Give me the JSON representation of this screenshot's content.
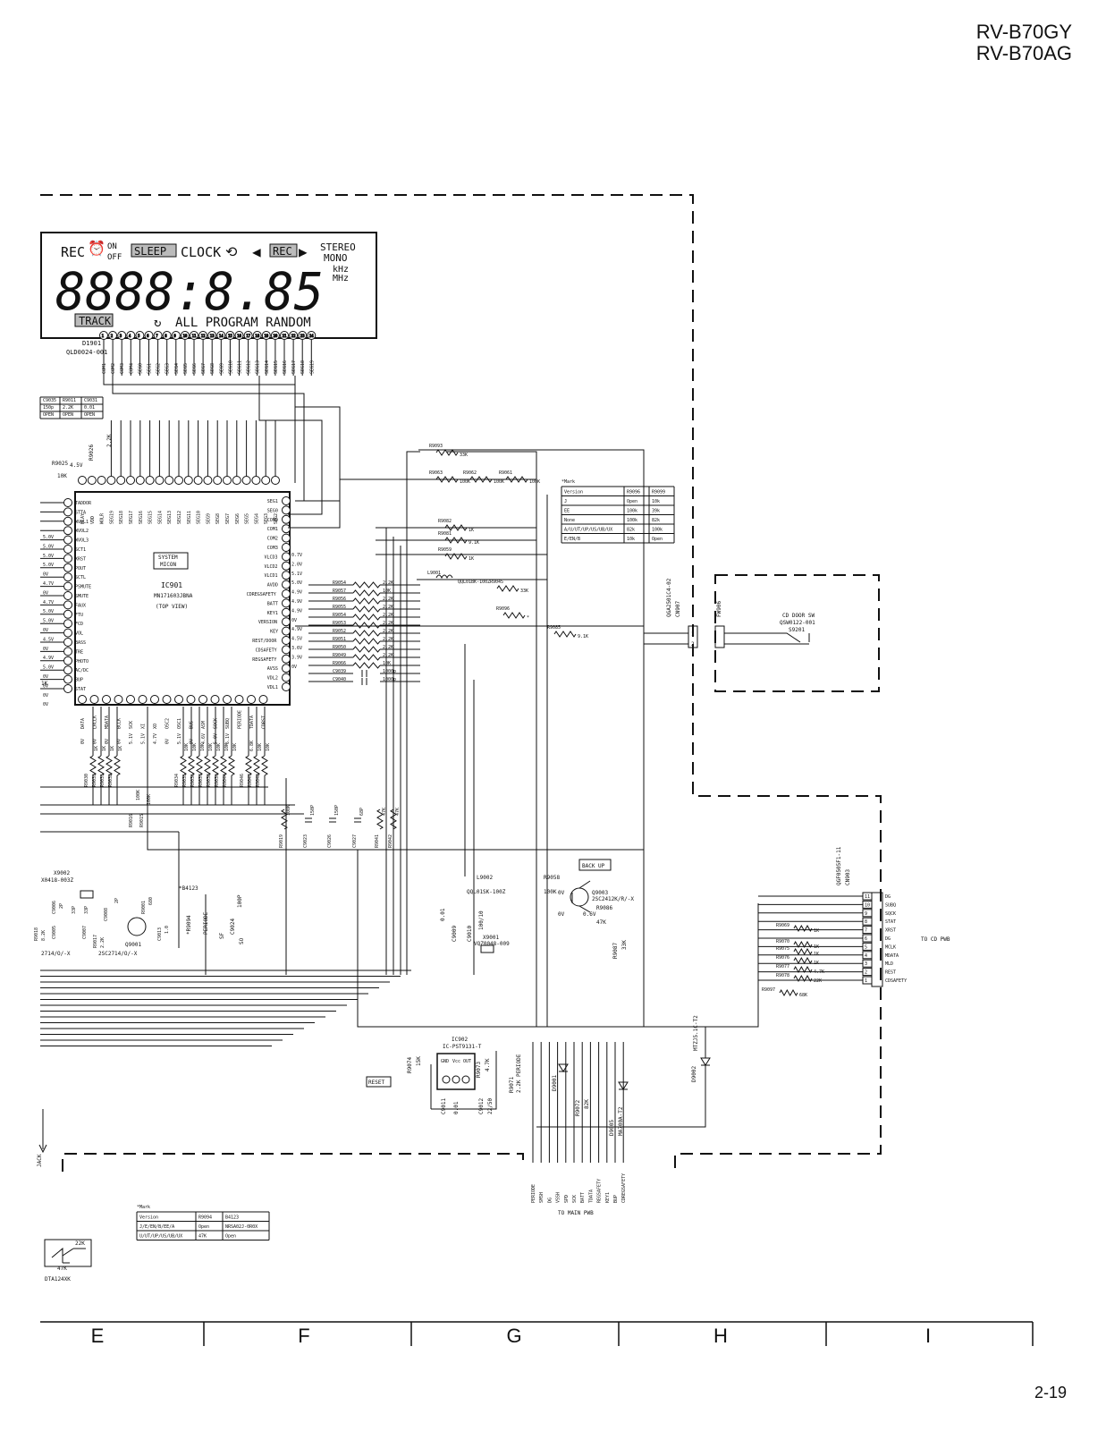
{
  "header": {
    "model_line1": "RV-B70GY",
    "model_line2": "RV-B70AG"
  },
  "page_number": "2-19",
  "zones": [
    "E",
    "F",
    "G",
    "H",
    "I"
  ],
  "lcd": {
    "id": "D1901",
    "part": "QLD0024-001",
    "rec": "REC",
    "on": "ON",
    "off": "OFF",
    "sleep": "SLEEP",
    "clock": "CLOCK",
    "rec_box": "REC",
    "stereo": "STEREO",
    "mono": "MONO",
    "khz": "kHz",
    "mhz": "MHz",
    "digits": "8888:8.85",
    "track": "TRACK",
    "bottom_text": "ALL PROGRAM RANDOM",
    "pins": [
      "COM1",
      "COM2",
      "COM3",
      "COM4",
      "SEG0",
      "SEG1",
      "SEG2",
      "SEG3",
      "SEG4",
      "SEG5",
      "SEG6",
      "SEG7",
      "SEG8",
      "SEG9",
      "SEG10",
      "SEG11",
      "SEG12",
      "SEG13",
      "SEG14",
      "SEG15",
      "SEG16",
      "SEG17",
      "SEG18",
      "SEG19"
    ]
  },
  "ic901": {
    "label1": "SYSTEM",
    "label2": "MICON",
    "ref": "IC901",
    "part": "MN171603JBNA",
    "view": "(TOP VIEW)"
  },
  "ic901_left_pins": [
    "TADDOR",
    "STTA",
    "WVOL1",
    "WVOL2",
    "WVOL3",
    "SCT1",
    "XRST",
    "POUT",
    "SCTL",
    "PSMUTE",
    "SMUTE",
    "FAUX",
    "FTU",
    "FCD",
    "VOL",
    "BASS",
    "TRE",
    "PHOTO",
    "AC/DC",
    "BUP",
    "STAT"
  ],
  "ic901_left_volt": [
    "5.0V",
    "5.0V",
    "5.0V",
    "5.0V",
    "0V",
    "4.7V",
    "0V",
    "4.7V",
    "5.0V",
    "5.0V",
    "0V",
    "4.5V",
    "0V",
    "4.9V",
    "5.0V",
    "0V",
    "0V",
    "0V",
    "0V"
  ],
  "ic901_right_pins": [
    "SEG1",
    "SEG0",
    "COM0",
    "COM1",
    "COM2",
    "COM3",
    "VLCD3",
    "VLCD2",
    "VLCD1",
    "AVDD",
    "CDREGSAFETY",
    "BATT",
    "KEY1",
    "VERSION",
    "KEY",
    "REST/DOOR",
    "CDSAFETY",
    "REGSAFETY",
    "AVSS",
    "VDL2",
    "VDL1"
  ],
  "right_volt": [
    "0.7V",
    "2.0V",
    "5.1V",
    "5.0V",
    "4.9V",
    "4.9V",
    "4.9V",
    "0V",
    "4.9V",
    "4.5V",
    "3.6V",
    "3.9V",
    "0V"
  ],
  "resistors_mid": [
    {
      "ref": "R9054",
      "val": "2.2K"
    },
    {
      "ref": "R9057",
      "val": "10K"
    },
    {
      "ref": "R9056",
      "val": "2.2K"
    },
    {
      "ref": "R9055",
      "val": "2.2K"
    },
    {
      "ref": "R9054",
      "val": "2.2K"
    },
    {
      "ref": "R9053",
      "val": "2.2K"
    },
    {
      "ref": "R9052",
      "val": "2.2K"
    },
    {
      "ref": "R9051",
      "val": "2.2K"
    },
    {
      "ref": "R9050",
      "val": "2.2K"
    },
    {
      "ref": "R9049",
      "val": "2.2K"
    },
    {
      "ref": "R9066",
      "val": "10K"
    },
    {
      "ref": "C9039",
      "val": "1000p"
    },
    {
      "ref": "C9040",
      "val": "1000p"
    }
  ],
  "top_res": [
    {
      "ref": "R9093",
      "val": "33K"
    },
    {
      "ref": "R9063",
      "val": "100K"
    },
    {
      "ref": "R9062",
      "val": "100K"
    },
    {
      "ref": "R9061",
      "val": "100K"
    },
    {
      "ref": "R9082",
      "val": "1K"
    },
    {
      "ref": "R9081",
      "val": "9.1K"
    },
    {
      "ref": "R9059",
      "val": "1K"
    },
    {
      "ref": "L9001",
      "val": "QQL01BK-100Z"
    },
    {
      "ref": "R9045",
      "val": "33K"
    },
    {
      "ref": "R9096",
      "val": "*"
    },
    {
      "ref": "R9085",
      "val": "9.1K"
    }
  ],
  "remark_table1": {
    "title": "*Mark",
    "header": [
      "Version",
      "R9096",
      "R9099"
    ],
    "rows": [
      [
        "J",
        "Open",
        "10k"
      ],
      [
        "EE",
        "100k",
        "39k"
      ],
      [
        "None",
        "100k",
        "82k"
      ],
      [
        "A/U/UT/UP/US/UB/UX",
        "82k",
        "100k"
      ],
      [
        "E/EN/B",
        "10k",
        "Open"
      ]
    ]
  },
  "remark_table2": {
    "title": "*Mark",
    "header": [
      "Version",
      "R9094",
      "B4123"
    ],
    "rows": [
      [
        "J/E/EN/B/EE/A",
        "Open",
        "NRSA02J-0R0X"
      ],
      [
        "U/UT/UP/US/UB/UX",
        "47K",
        "Open"
      ]
    ]
  },
  "small_table": {
    "header": [
      "C9035",
      "R9011",
      "C9031"
    ],
    "rows": [
      [
        "150p",
        "2.2K",
        "0.01"
      ],
      [
        "OPEN",
        "OPEN",
        "OPEN"
      ]
    ]
  },
  "cd_door": {
    "conn": "CN907",
    "conn_part": "QGA2501C4-02",
    "sw_ref": "S9201",
    "sw_label": "CD DOOR SW",
    "sw_part": "QSW0122-001",
    "pin1": "1",
    "pin2": "2",
    "fw": "FW906"
  },
  "cn903": {
    "conn": "CN903",
    "part": "QGF0505F1-11",
    "pins": [
      {
        "num": "11",
        "name": "DG"
      },
      {
        "num": "10",
        "name": "SUBQ"
      },
      {
        "num": "9",
        "name": "SQCK"
      },
      {
        "num": "8",
        "name": "STAT"
      },
      {
        "num": "7",
        "name": "XRST"
      },
      {
        "num": "6",
        "name": "DG"
      },
      {
        "num": "5",
        "name": "MCLK"
      },
      {
        "num": "4",
        "name": "MDATA"
      },
      {
        "num": "3",
        "name": "MLD"
      },
      {
        "num": "2",
        "name": "REST"
      },
      {
        "num": "1",
        "name": "CDSAFETY"
      }
    ],
    "to": "TO CD PWB"
  },
  "cn903_res": [
    {
      "ref": "R9069",
      "val": "1K"
    },
    {
      "ref": "R9070",
      "val": "1K"
    },
    {
      "ref": "R9075",
      "val": "1K"
    },
    {
      "ref": "R9076",
      "val": "1K"
    },
    {
      "ref": "R9077",
      "val": "4.7K"
    },
    {
      "ref": "R9078",
      "val": "22K"
    },
    {
      "ref": "R9097",
      "val": "68K"
    }
  ],
  "backup": {
    "label": "BACK UP",
    "l9002": "L9002",
    "l9002_val": "QQL01SK-100Z",
    "r9058": "R9058",
    "r9058_val": "100K",
    "q9003": "Q9003",
    "q9003_part": "2SC2412K/R/-X",
    "r9086": "R9086",
    "r9086_val": "47K",
    "v1": "0V",
    "v2": "0.6V",
    "v3": "0V",
    "c9009": "C9009",
    "c9009_val": "0.01",
    "c9010": "C9010",
    "c9010_val": "100/10",
    "x9001": "X9001",
    "x9001_part": "VQZ0048-009",
    "r9087": "R9087",
    "r9087_val": "33K"
  },
  "bottom_mid": [
    {
      "ref": "C9023",
      "val": "150P"
    },
    {
      "ref": "C9026",
      "val": "150P"
    },
    {
      "ref": "C9027",
      "val": "68P"
    },
    {
      "ref": "R9041",
      "val": "47K"
    },
    {
      "ref": "R9042",
      "val": "47K"
    },
    {
      "ref": "R9019",
      "val": "100K"
    }
  ],
  "osc": {
    "x9002": "X9002",
    "x9002_part": "X0418-003Z",
    "q9001": "Q9001",
    "q9001_part": "2SC2714/O/-X",
    "left_part": "2714/O/-X",
    "b4123": "*B4123",
    "r9094": "*R9094",
    "c9024": "C9024",
    "c9024_val": "100P",
    "periode": "PERIODE",
    "sf": "SF",
    "so": "SO"
  },
  "reset_block": {
    "reset_label": "RESET",
    "ic": "IC902",
    "ic_part": "IC-PST9131-T",
    "gnd": "GND",
    "vcc": "Vcc",
    "out": "OUT",
    "r9074": "R9074",
    "r9074_val": "15K",
    "r9073": "R9073",
    "r9073_val": "4.7K",
    "c9011": "C9011",
    "c9011_val": "0.01",
    "c9012": "C9012",
    "c9012_val": "22/50",
    "r9071": "R9071",
    "r9071_val": "2.2K PERIODE",
    "d9001": "D9001",
    "r9072": "R9072",
    "r9072_val": "82K",
    "d9005": "D9005",
    "d9005_part": "MA700A-T2",
    "d9002": "D9002",
    "d9002_part": "MTZJ5.1C-T2"
  },
  "to_main": {
    "label": "TO MAIN PWB",
    "pins": [
      "PERIODE",
      "SMSH",
      "DG",
      "VSSH",
      "SPD",
      "SCK",
      "BATT",
      "TDATA",
      "REGSAFETY",
      "KEY1",
      "BUP",
      "CDREGSAFETY"
    ]
  },
  "bottom_res_row": [
    "R9030",
    "R9033",
    "R9031",
    "R9032",
    "R9034",
    "R9035",
    "R9036",
    "R9037",
    "R9038",
    "R9039",
    "R9044",
    "R9046",
    "R9047",
    "R9048"
  ],
  "bottom_res_vals": [
    "1K",
    "1K",
    "1K",
    "1K",
    "10K",
    "10K",
    "10K",
    "10K",
    "10K",
    "10K",
    "10K",
    "6.8K",
    "10K",
    "10K"
  ],
  "ic_bottom_labels": [
    "DATA",
    "LRCLK",
    "MDATA",
    "BCLK",
    "SCK",
    "XI",
    "XO",
    "OSC2",
    "OSC1",
    "BUS",
    "ASM",
    "SOCK",
    "SUBQ",
    "PERIODE",
    "TDATA",
    "CDRST"
  ],
  "ic_bottom_volt": [
    "0V",
    "0V",
    "0V",
    "0V",
    "5.1V",
    "5.1V",
    "4.7V",
    "0V",
    "5.1V",
    "0V",
    "4.6V",
    "5.0V",
    "5.1V"
  ],
  "ic_top_labels": [
    "PLAY",
    "VDD",
    "WOLR",
    "SEG19",
    "SEG18",
    "SEG17",
    "SEG16",
    "SEG15",
    "SEG14",
    "SEG13",
    "SEG12",
    "SEG11",
    "SEG10",
    "SEG9",
    "SEG8",
    "SEG7",
    "SEG6",
    "SEG5",
    "SEG4",
    "SEG3",
    "SEG2"
  ],
  "left_misc": {
    "r9025": "R9025",
    "r9025_val": "4.5V",
    "r9025_b": "10K",
    "r9026": "R9026",
    "r9026_val": "2.2K",
    "c9006": "C9006",
    "c9006_val": "2P",
    "c9005": "C9005",
    "c9005_val": "33P",
    "c9007": "C9007",
    "c9007_val": "33P",
    "r9017": "R9017",
    "r9017_val": "2.2K",
    "r9018": "R9018",
    "r9018_val": "8.2K",
    "c9008": "C9008",
    "c9008_val": "2P",
    "r9001": "R9001",
    "r9001_val": "680",
    "c9013": "C9013",
    "c9013_val": "1.0",
    "r9016": "R9016",
    "r9016_val": "100K",
    "r9015": "R9015",
    "r9015_val": "100K",
    "jack": "JACK",
    "dta": "DTA124XK",
    "dta_r1": "22K",
    "dta_r2": "47K",
    "onek": "1K"
  }
}
